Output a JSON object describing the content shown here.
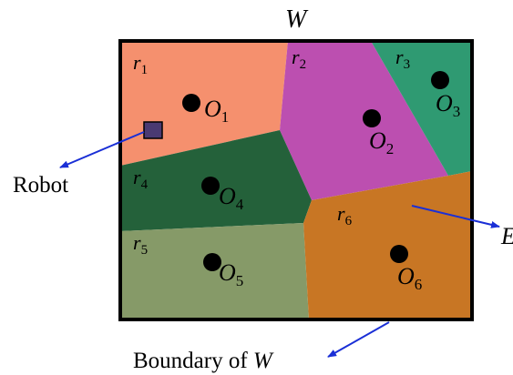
{
  "workspace": {
    "title": "W",
    "boundary_label": {
      "text": "Boundary of ",
      "italic_part": "W"
    },
    "robot_label": "Robot",
    "edge_label": "E"
  },
  "regions": [
    {
      "id": "r1",
      "sym": "r",
      "sub": "1",
      "color": "#f5906e"
    },
    {
      "id": "r2",
      "sym": "r",
      "sub": "2",
      "color": "#bc4fb0"
    },
    {
      "id": "r3",
      "sym": "r",
      "sub": "3",
      "color": "#2f9a72"
    },
    {
      "id": "r4",
      "sym": "r",
      "sub": "4",
      "color": "#24613a"
    },
    {
      "id": "r5",
      "sym": "r",
      "sub": "5",
      "color": "#869a68"
    },
    {
      "id": "r6",
      "sym": "r",
      "sub": "6",
      "color": "#c87624"
    }
  ],
  "obstacles": [
    {
      "id": "O1",
      "sym": "O",
      "sub": "1"
    },
    {
      "id": "O2",
      "sym": "O",
      "sub": "2"
    },
    {
      "id": "O3",
      "sym": "O",
      "sub": "3"
    },
    {
      "id": "O4",
      "sym": "O",
      "sub": "4"
    },
    {
      "id": "O5",
      "sym": "O",
      "sub": "5"
    },
    {
      "id": "O6",
      "sym": "O",
      "sub": "6"
    }
  ],
  "colors": {
    "border": "#000000",
    "arrow": "#1a2fd6",
    "robot": "#4a3a72",
    "obstacle": "#000000"
  }
}
